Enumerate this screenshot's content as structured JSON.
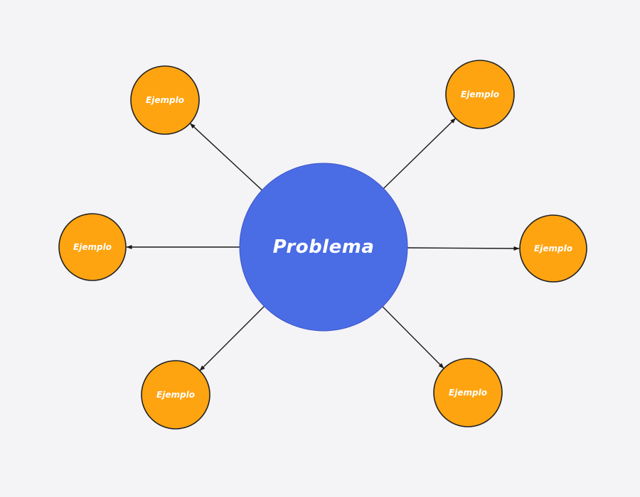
{
  "canvas": {
    "background_color": "#f4f3f5"
  },
  "diagram": {
    "center": {
      "label": "Problema",
      "fill": "#4a6de5",
      "text_color": "#ffffff"
    },
    "node_fill": "#ffa411",
    "node_border_color": "#222222",
    "connector_color": "#1a1a1a",
    "satellites": [
      {
        "label": "Ejemplo",
        "position": "top-left"
      },
      {
        "label": "Ejemplo",
        "position": "top-right"
      },
      {
        "label": "Ejemplo",
        "position": "left"
      },
      {
        "label": "Ejemplo",
        "position": "right"
      },
      {
        "label": "Ejemplo",
        "position": "bottom-left"
      },
      {
        "label": "Ejemplo",
        "position": "bottom-right"
      }
    ]
  }
}
